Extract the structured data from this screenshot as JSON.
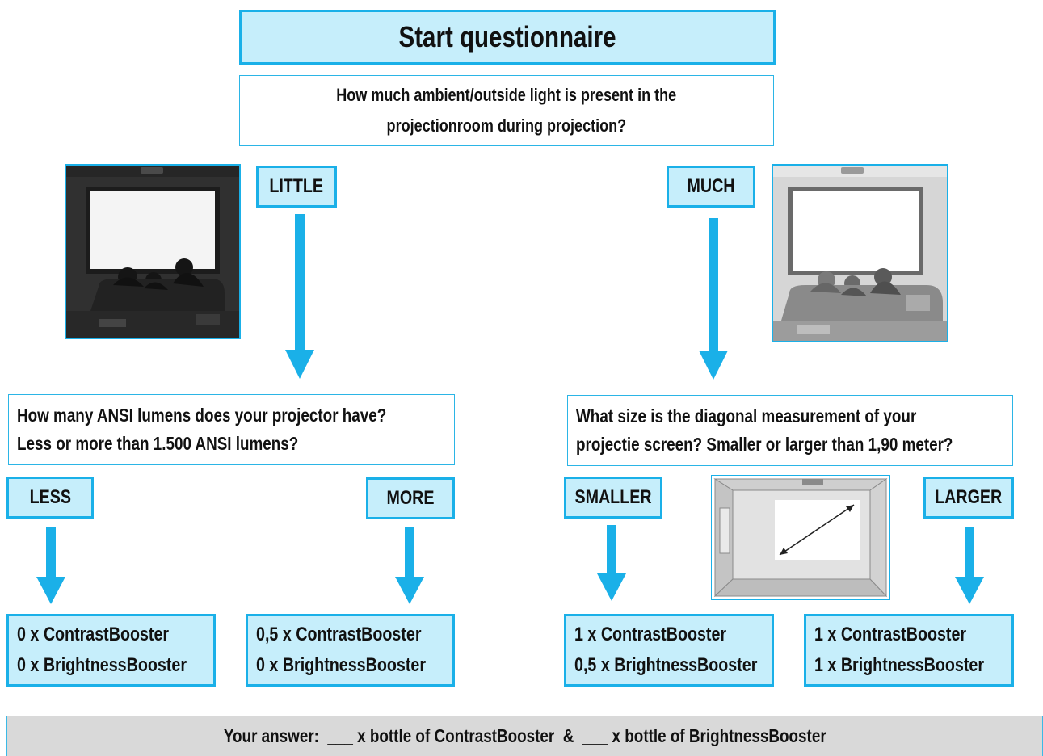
{
  "title": "Start questionnaire",
  "question1": {
    "line1": "How much ambient/outside light is present in the",
    "line2": "projectionroom during projection?"
  },
  "branches": {
    "little": "LITTLE",
    "much": "MUCH"
  },
  "question_lumens": {
    "line1": "How many ANSI lumens does your projector have?",
    "line2": "Less or more than 1.500 ANSI lumens?"
  },
  "question_size": {
    "line1": "What size is the diagonal measurement of your",
    "line2": "projectie screen? Smaller or larger than 1,90 meter?"
  },
  "options": {
    "less": "LESS",
    "more": "MORE",
    "smaller": "SMALLER",
    "larger": "LARGER"
  },
  "results": {
    "less": {
      "line1": "0 x ContrastBooster",
      "line2": "0 x BrightnessBooster"
    },
    "more": {
      "line1": "0,5 x ContrastBooster",
      "line2": "0 x BrightnessBooster"
    },
    "smaller": {
      "line1": "1 x ContrastBooster",
      "line2": "0,5 x BrightnessBooster"
    },
    "larger": {
      "line1": "1 x ContrastBooster",
      "line2": "1 x BrightnessBooster"
    }
  },
  "answer": "Your answer:  ___ x bottle of ContrastBooster  &  ___ x bottle of BrightnessBooster",
  "colors": {
    "accent": "#1ab0e8",
    "box_fill": "#c6eefb",
    "answer_fill": "#d9d9d9"
  }
}
